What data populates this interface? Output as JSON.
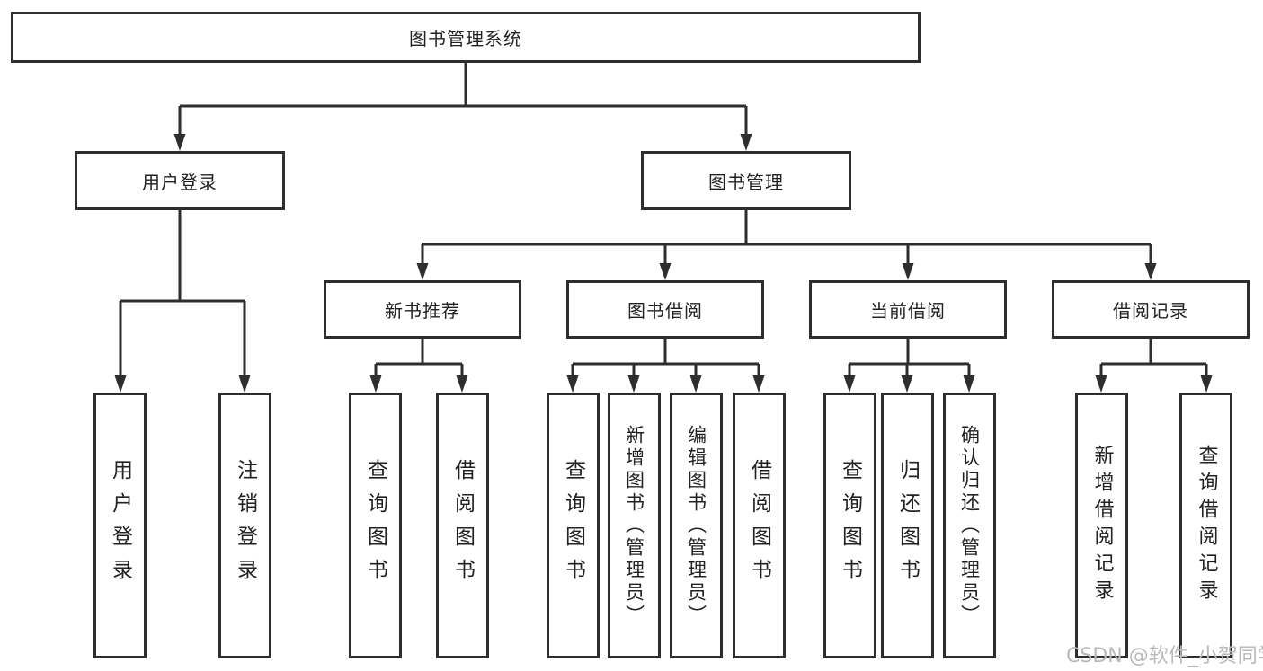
{
  "colors": {
    "line": "#2e2e2e",
    "text": "#222222",
    "watermark": "#b9b9b9",
    "background": "#ffffff"
  },
  "watermark": {
    "text": "CSDN @软件_小贺同学"
  },
  "tree": {
    "label": "图书管理系统",
    "children": [
      {
        "label": "用户登录",
        "children": [
          {
            "label": "用户登录"
          },
          {
            "label": "注销登录"
          }
        ]
      },
      {
        "label": "图书管理",
        "children": [
          {
            "label": "新书推荐",
            "children": [
              {
                "label": "查询图书"
              },
              {
                "label": "借阅图书"
              }
            ]
          },
          {
            "label": "图书借阅",
            "children": [
              {
                "label": "查询图书"
              },
              {
                "label": "新增图书（管理员）"
              },
              {
                "label": "编辑图书（管理员）"
              },
              {
                "label": "借阅图书"
              }
            ]
          },
          {
            "label": "当前借阅",
            "children": [
              {
                "label": "查询图书"
              },
              {
                "label": "归还图书"
              },
              {
                "label": "确认归还（管理员）"
              }
            ]
          },
          {
            "label": "借阅记录",
            "children": [
              {
                "label": "新增借阅记录"
              },
              {
                "label": "查询借阅记录"
              }
            ]
          }
        ]
      }
    ]
  }
}
